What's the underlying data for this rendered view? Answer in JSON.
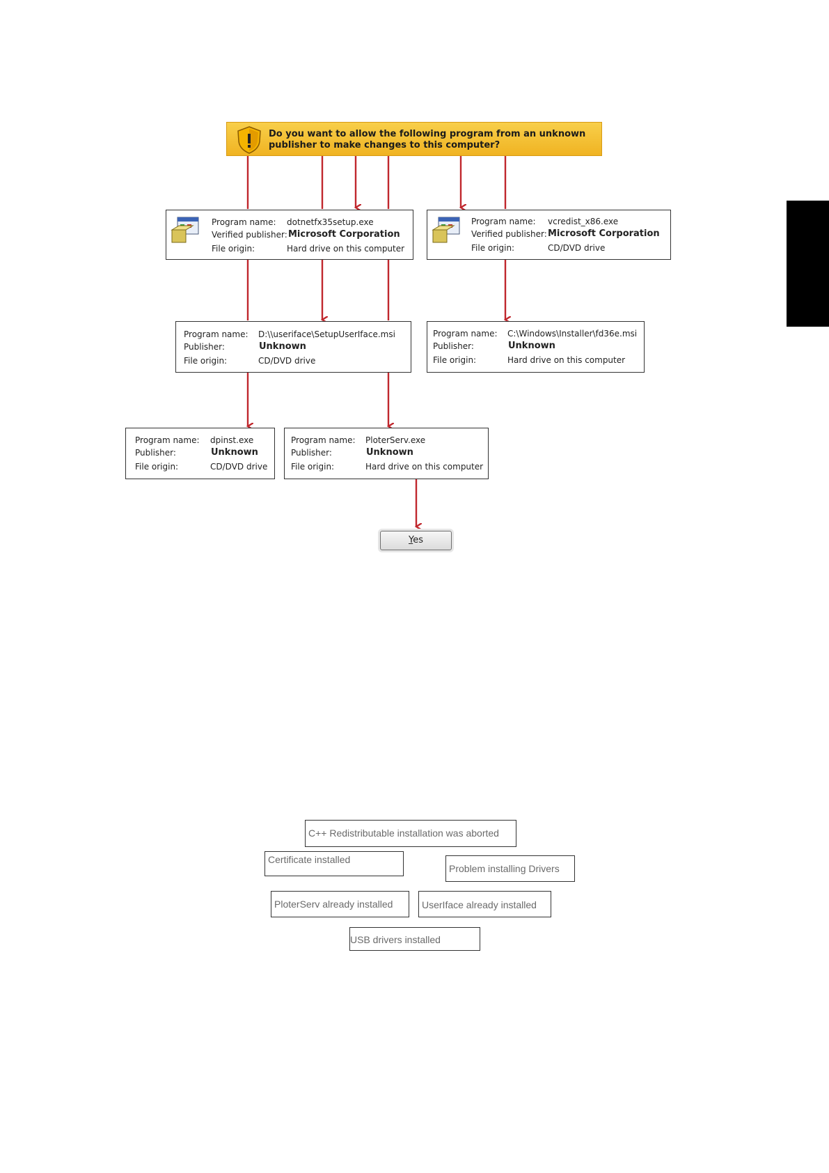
{
  "prompt": {
    "line1": "Do you want to allow the following program from an unknown",
    "line2": "publisher to make changes to this computer?",
    "icon": "uac-shield-icon"
  },
  "programs": {
    "dotnet": {
      "labels": [
        "Program name:",
        "Verified publisher:",
        "File origin:"
      ],
      "name": "dotnetfx35setup.exe",
      "publisher": "Microsoft Corporation",
      "origin": "Hard drive on this computer",
      "icon": "installer-icon"
    },
    "vcredist": {
      "labels": [
        "Program name:",
        "Verified publisher:",
        "File origin:"
      ],
      "name": "vcredist_x86.exe",
      "publisher": "Microsoft Corporation",
      "origin": "CD/DVD drive",
      "icon": "installer-icon"
    },
    "setupuserif": {
      "labels": [
        "Program name:",
        "Publisher:",
        "File origin:"
      ],
      "name": "D:\\\\useriface\\SetupUserIface.msi",
      "publisher": "Unknown",
      "origin": "CD/DVD drive"
    },
    "fd36e": {
      "labels": [
        "Program name:",
        "Publisher:",
        "File origin:"
      ],
      "name": "C:\\Windows\\Installer\\fd36e.msi",
      "publisher": "Unknown",
      "origin": "Hard drive on this computer"
    },
    "dpinst": {
      "labels": [
        "Program name:",
        "Publisher:",
        "File origin:"
      ],
      "name": "dpinst.exe",
      "publisher": "Unknown",
      "origin": "CD/DVD drive"
    },
    "ploterserv": {
      "labels": [
        "Program name:",
        "Publisher:",
        "File origin:"
      ],
      "name": "PloterServ.exe",
      "publisher": "Unknown",
      "origin": "Hard drive on this computer"
    }
  },
  "yes_button": {
    "accel": "Y",
    "rest": "es"
  },
  "notes": {
    "cpp_aborted": "C++ Redistributable installation was aborted",
    "certificate": "Certificate installed",
    "drivers_problem": "Problem installing Drivers",
    "ploterserv_installed": "PloterServ already installed",
    "useriface_installed": "UserIface already installed",
    "usb_installed": "USB drivers installed"
  },
  "colors": {
    "arrow": "#c0272d",
    "banner": "#f3be30",
    "side_tab": "#000000"
  }
}
